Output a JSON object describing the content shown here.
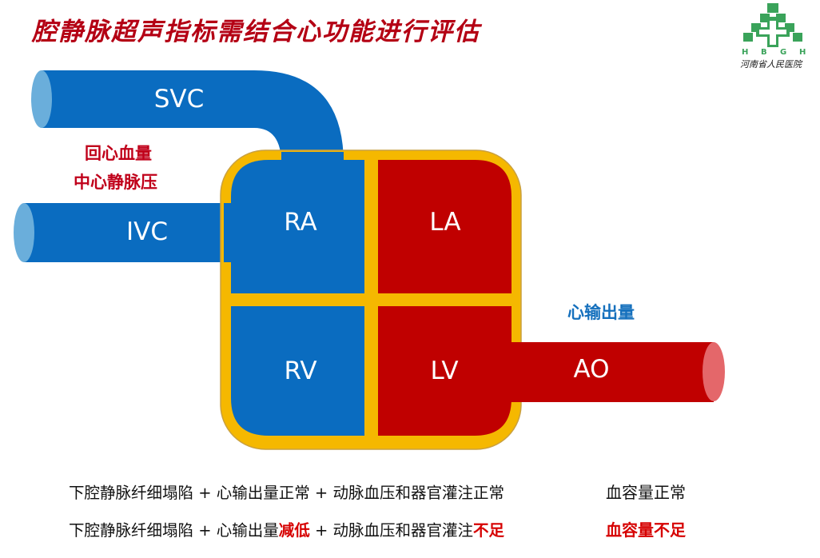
{
  "title": "腔静脉超声指标需结合心功能进行评估",
  "logo": {
    "letters": [
      "H",
      "B",
      "G",
      "H"
    ],
    "name": "河南省人民医院"
  },
  "labels": {
    "svc": "SVC",
    "ivc": "IVC",
    "ra": "RA",
    "la": "LA",
    "rv": "RV",
    "lv": "LV",
    "ao": "AO"
  },
  "notes": {
    "venous_return": "回心血量",
    "cvp": "中心静脉压",
    "cardiac_output": "心输出量"
  },
  "rows": [
    {
      "a": "下腔静脉纤细塌陷 + 心输出量正常 + 动脉血压和器官灌注正常",
      "result": "血容量正常"
    },
    {
      "a": "下腔静脉纤细塌陷 + 心输出量",
      "b": "减低",
      "c": " + 动脉血压和器官灌注",
      "d": "不足",
      "result": "血容量不足"
    }
  ],
  "colors": {
    "blue": "#0a6cc0",
    "red": "#c00000",
    "frame": "#f5b800",
    "title": "#b40014"
  }
}
